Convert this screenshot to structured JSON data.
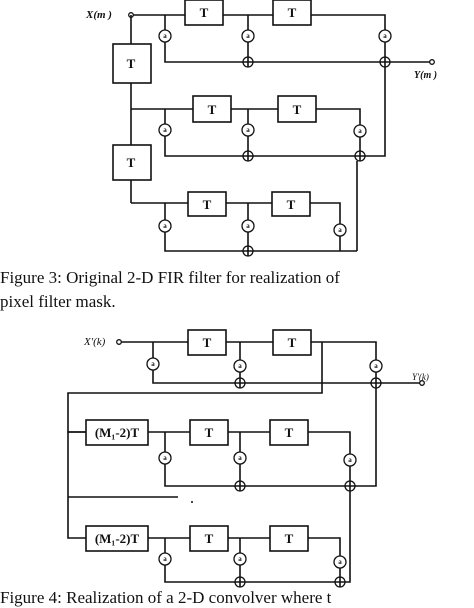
{
  "figure3": {
    "input_label": "X(m )",
    "output_label": "Y(m )",
    "delay_labels": [
      "T",
      "T",
      "T",
      "T",
      "T",
      "T"
    ],
    "row_delay_labels": [
      "T",
      "T"
    ],
    "coef_labels": [
      "a",
      "a",
      "a",
      "a",
      "a",
      "a",
      "a",
      "a",
      "a"
    ],
    "caption_line1": "Figure 3: Original 2-D FIR filter for realization of",
    "caption_line2": "pixel filter mask."
  },
  "figure4": {
    "input_label": "X'(k)",
    "output_label": "Y'(k)",
    "delay_labels": [
      "T",
      "T",
      "T",
      "T",
      "T",
      "T"
    ],
    "row_delay_labels": [
      "(M₁-2)T",
      "(M₁-2)T"
    ],
    "coef_labels": [
      "a",
      "a",
      "a",
      "a",
      "a",
      "a",
      "a",
      "a",
      "a"
    ],
    "caption_line1": "Figure 4: Realization of a 2-D convolver where t"
  }
}
